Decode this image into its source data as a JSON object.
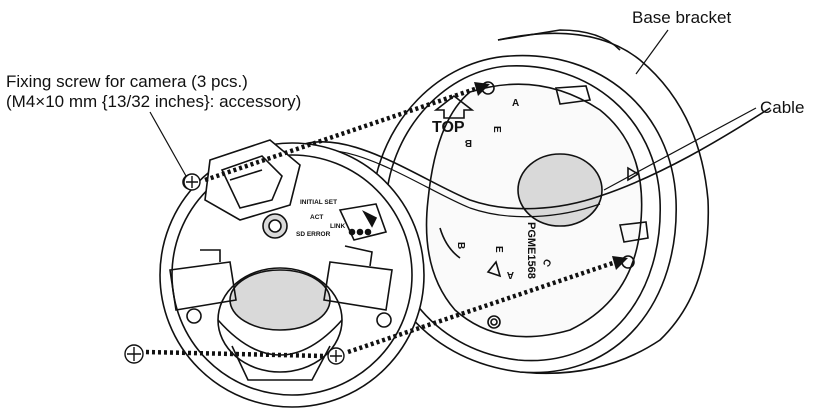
{
  "callouts": {
    "fixing_screw_line1": "Fixing screw for camera (3 pcs.)",
    "fixing_screw_line2": "(M4×10 mm {13/32 inches}: accessory)",
    "base_bracket": "Base bracket",
    "cable": "Cable"
  },
  "bracket_markings": {
    "top": "TOP",
    "model": "PGME1568",
    "letter_a_upper": "A",
    "letter_b_upper": "B",
    "letter_e_upper": "E",
    "letter_b_lower": "B",
    "letter_e_lower": "E",
    "letter_a_lower": "A",
    "letter_c": "C"
  },
  "camera_markings": {
    "initial_set": "INITIAL SET",
    "act": "ACT",
    "link": "LINK",
    "sd_error": "SD ERROR"
  },
  "colors": {
    "line": "#111111",
    "background": "#ffffff",
    "fill_gray": "#d9d9d9"
  }
}
